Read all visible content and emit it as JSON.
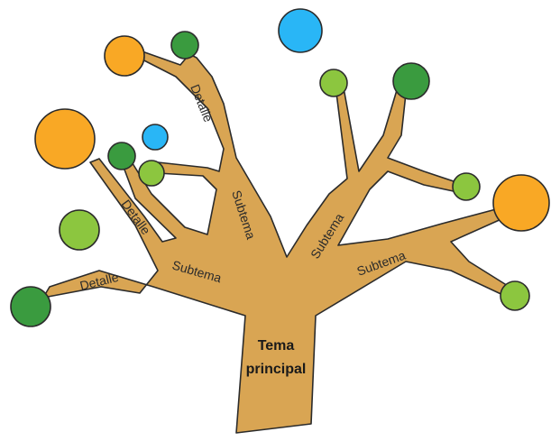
{
  "trunk": {
    "line1": "Tema",
    "line2": "principal"
  },
  "labels": {
    "subtema_left": "Subtema",
    "subtema_upper": "Subtema",
    "subtema_mid_right": "Subtema",
    "subtema_right": "Subtema",
    "detalle_left": "Detalle",
    "detalle_mid": "Detalle",
    "detalle_top": "Detalle"
  },
  "colors": {
    "branch": "#d9a553",
    "orange": "#f9a825",
    "light_green": "#8cc63f",
    "dark_green": "#3a9b3f",
    "blue": "#29b6f6",
    "outline": "#2b2b2b"
  }
}
